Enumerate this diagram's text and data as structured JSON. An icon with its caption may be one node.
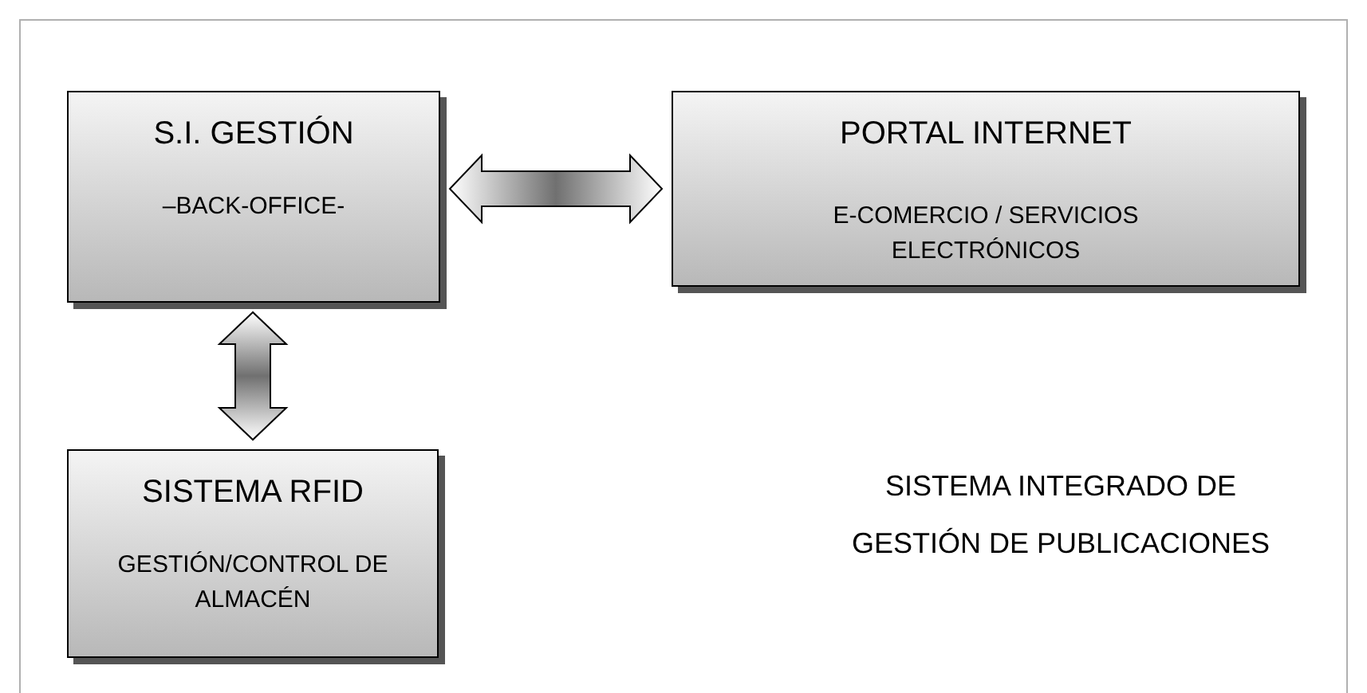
{
  "diagram": {
    "nodes": [
      {
        "text": [
          "S.I. GESTIÓN",
          "–BACK-OFFICE-"
        ]
      },
      {
        "text": [
          "PORTAL INTERNET",
          "E-COMERCIO / SERVICIOS ELECTRÓNICOS"
        ]
      },
      {
        "text": [
          "SISTEMA RFID",
          "GESTIÓN/CONTROL DE ALMACÉN"
        ]
      }
    ],
    "edges": [
      {
        "from": 0,
        "to": 1,
        "arrow": "both"
      },
      {
        "from": 0,
        "to": 2,
        "arrow": "both"
      }
    ],
    "labels": [
      "SISTEMA INTEGRADO DE GESTIÓN DE PUBLICACIONES"
    ]
  }
}
